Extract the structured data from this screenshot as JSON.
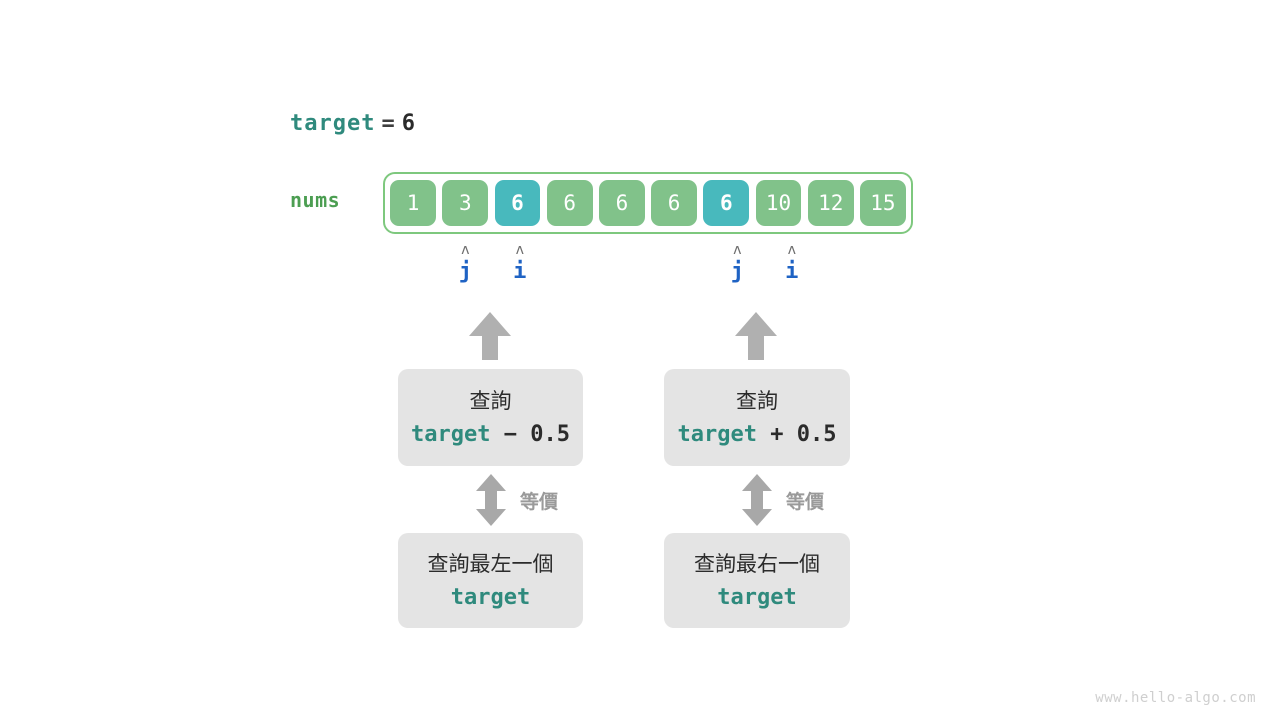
{
  "target_line": {
    "keyword": "target",
    "operator": "=",
    "value": "6"
  },
  "array": {
    "label": "nums",
    "cells": [
      {
        "value": "1",
        "highlighted": false
      },
      {
        "value": "3",
        "highlighted": false
      },
      {
        "value": "6",
        "highlighted": true
      },
      {
        "value": "6",
        "highlighted": false
      },
      {
        "value": "6",
        "highlighted": false
      },
      {
        "value": "6",
        "highlighted": false
      },
      {
        "value": "6",
        "highlighted": true
      },
      {
        "value": "10",
        "highlighted": false
      },
      {
        "value": "12",
        "highlighted": false
      },
      {
        "value": "15",
        "highlighted": false
      }
    ]
  },
  "markers": [
    {
      "caret": "ʌ",
      "name": "j",
      "group": "left",
      "cell_index": 1
    },
    {
      "caret": "ʌ",
      "name": "i",
      "group": "left",
      "cell_index": 2
    },
    {
      "caret": "ʌ",
      "name": "j",
      "group": "right",
      "cell_index": 6
    },
    {
      "caret": "ʌ",
      "name": "i",
      "group": "right",
      "cell_index": 7
    }
  ],
  "left_branch": {
    "query_box": {
      "line1": "查詢",
      "keyword": "target",
      "expression": "− 0.5"
    },
    "equiv_label": "等價",
    "result_box": {
      "line1": "查詢最左一個",
      "keyword": "target"
    }
  },
  "right_branch": {
    "query_box": {
      "line1": "查詢",
      "keyword": "target",
      "expression": "+ 0.5"
    },
    "equiv_label": "等價",
    "result_box": {
      "line1": "查詢最右一個",
      "keyword": "target"
    }
  },
  "watermark": "www.hello-algo.com",
  "colors": {
    "teal_keyword": "#2f8a7d",
    "cell_green": "#81c28a",
    "cell_highlight": "#48b9bd",
    "array_border": "#7ec87e",
    "nums_label_green": "#4c9e52",
    "marker_blue": "#1f63c4",
    "box_gray": "#e4e4e4",
    "arrow_gray": "#b0b0b0"
  }
}
